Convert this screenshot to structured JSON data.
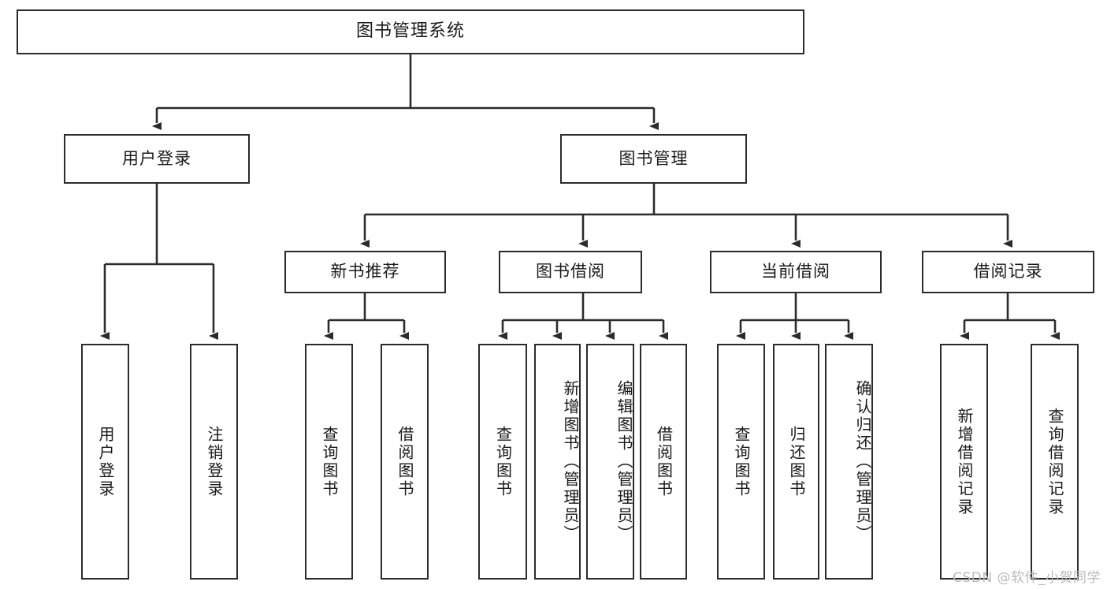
{
  "diagram": {
    "title": "图书管理系统",
    "type": "tree-structure-chart",
    "watermark": "CSDN @软件_小贺同学",
    "root": {
      "label": "图书管理系统"
    },
    "level2": [
      {
        "label": "用户登录"
      },
      {
        "label": "图书管理"
      }
    ],
    "level3": [
      {
        "label": "新书推荐"
      },
      {
        "label": "图书借阅"
      },
      {
        "label": "当前借阅"
      },
      {
        "label": "借阅记录"
      }
    ],
    "leaves": {
      "user_login": [
        {
          "label": "用户登录"
        },
        {
          "label": "注销登录"
        }
      ],
      "new_book_recommend": [
        {
          "label": "查询图书"
        },
        {
          "label": "借阅图书"
        }
      ],
      "book_borrow": [
        {
          "label": "查询图书"
        },
        {
          "label": "新增图书（管理员）"
        },
        {
          "label": "编辑图书（管理员）"
        },
        {
          "label": "借阅图书"
        }
      ],
      "current_borrow": [
        {
          "label": "查询图书"
        },
        {
          "label": "归还图书"
        },
        {
          "label": "确认归还（管理员）"
        }
      ],
      "borrow_record": [
        {
          "label": "新增借阅记录"
        },
        {
          "label": "查询借阅记录"
        }
      ]
    },
    "colors": {
      "border": "#2b2b2b",
      "text": "#1a1a1a",
      "background": "#ffffff",
      "watermark": "#b9b9b9"
    }
  }
}
